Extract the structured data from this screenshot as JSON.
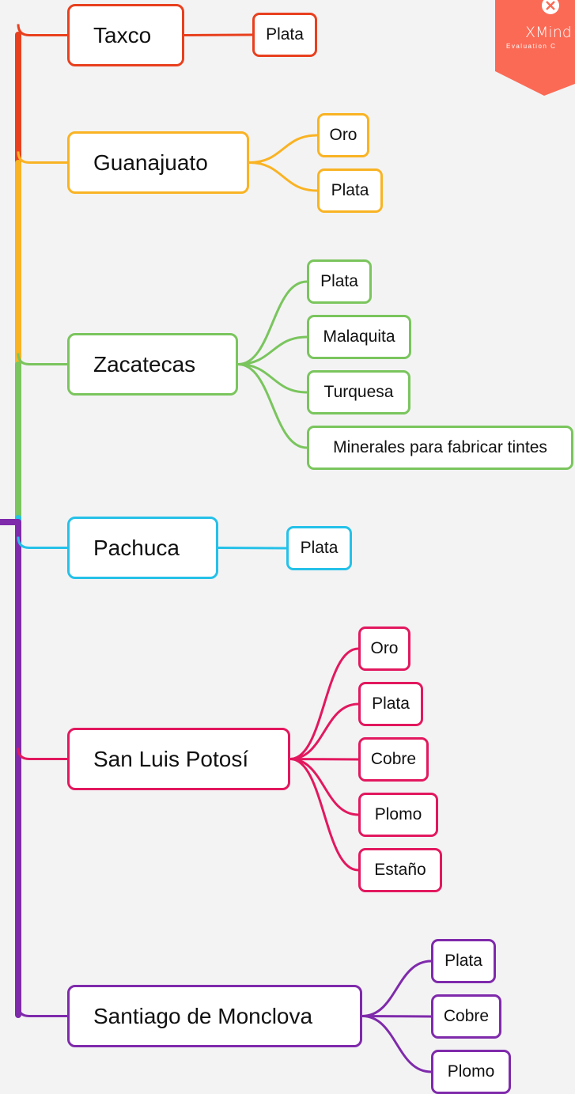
{
  "branches": [
    {
      "title": "Taxco",
      "color": "#e8401e",
      "minerals": [
        "Plata"
      ]
    },
    {
      "title": "Guanajuato",
      "color": "#f9b323",
      "minerals": [
        "Oro",
        "Plata"
      ]
    },
    {
      "title": "Zacatecas",
      "color": "#7ac55d",
      "minerals": [
        "Plata",
        "Malaquita",
        "Turquesa",
        "Minerales para fabricar tintes"
      ]
    },
    {
      "title": "Pachuca",
      "color": "#25c1e8",
      "minerals": [
        "Plata"
      ]
    },
    {
      "title": "San Luis Potosí",
      "color": "#e2185e",
      "minerals": [
        "Oro",
        "Plata",
        "Cobre",
        "Plomo",
        "Estaño"
      ]
    },
    {
      "title": "Santiago de Monclova",
      "color": "#7f2aab",
      "minerals": [
        "Plata",
        "Cobre",
        "Plomo"
      ]
    }
  ],
  "watermark": {
    "brand": "XMind",
    "subtitle": "Evaluation C",
    "color": "#fb6a55",
    "icon": "close-circle-icon"
  }
}
